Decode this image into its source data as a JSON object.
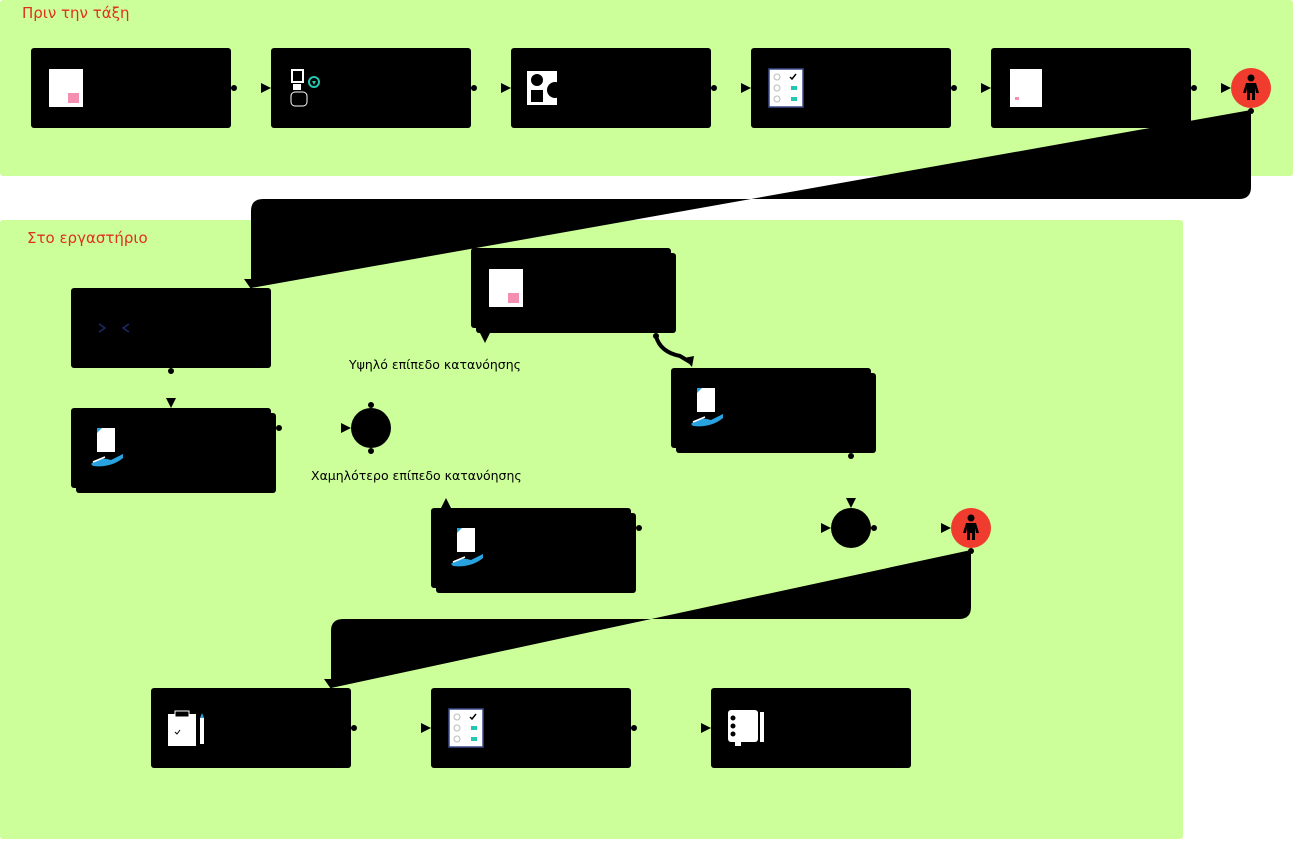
{
  "lanes": {
    "before_class": {
      "title": "Πριν την τάξη"
    },
    "in_lab": {
      "title": "Στο εργαστήριο"
    }
  },
  "branches": {
    "high": "Υψηλό επίπεδο κατανόησης",
    "low": "Χαμηλότερο επίπεδο κατανόησης"
  },
  "colors": {
    "lane_fill": "#ccff99",
    "lane_title": "#e0301e",
    "actor_red": "#f03c2e",
    "accent_pink": "#f48fb1",
    "accent_teal": "#26c6b0",
    "accent_blue": "#29a3e0"
  },
  "icons": {
    "task1": "document-pink-icon",
    "task2": "people-discussion-icon",
    "task3": "shapes-icon",
    "task4": "checklist-icon",
    "task5": "document-small-icon",
    "actor1": "person-icon",
    "lab1": "code-brackets-icon",
    "lab2": "hand-document-icon",
    "lab3": "document-pink-icon",
    "lab4": "hand-document-icon",
    "lab5": "hand-document-icon",
    "actor2": "person-icon",
    "final1": "clipboard-pencil-icon",
    "final2": "checklist-icon",
    "final3": "notebook-icon"
  }
}
